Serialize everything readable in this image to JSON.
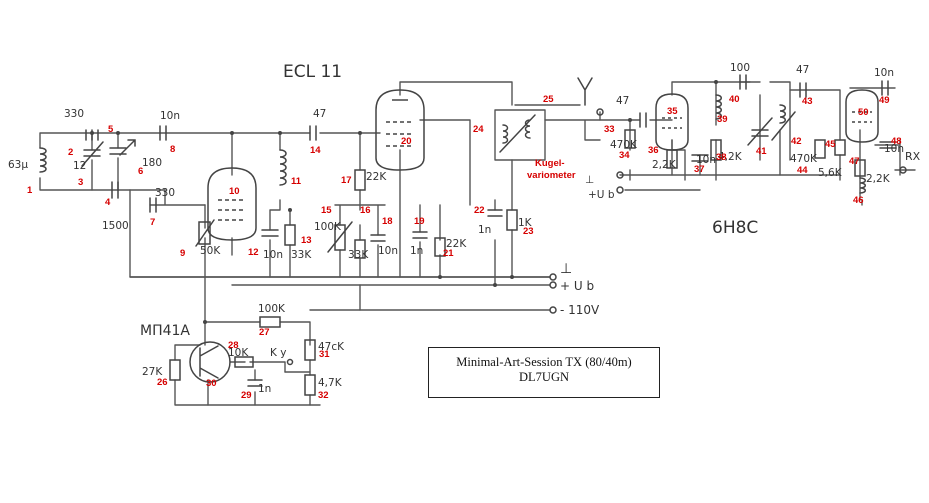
{
  "tube_labels": {
    "tube1": "ECL 11",
    "tube2": "6H8C",
    "transistor": "MΠ41A"
  },
  "rails": {
    "ground": "⊥",
    "ub": "+ U b",
    "minus110": "- 110V"
  },
  "title_box": {
    "line1": "Minimal-Art-Session TX (80/40m)",
    "line2": "DL7UGN"
  },
  "red_notes": {
    "kugel1": "Kugel-",
    "kugel2": "variometer",
    "rx": "RX"
  },
  "values": [
    {
      "text": "330"
    },
    {
      "text": "10n"
    },
    {
      "text": "47"
    },
    {
      "text": "180"
    },
    {
      "text": "12"
    },
    {
      "text": "63μ"
    },
    {
      "text": "1500"
    },
    {
      "text": "330"
    },
    {
      "text": "50K"
    },
    {
      "text": "10n"
    },
    {
      "text": "33K"
    },
    {
      "text": "22K"
    },
    {
      "text": "100K"
    },
    {
      "text": "33K"
    },
    {
      "text": "10n"
    },
    {
      "text": "1n"
    },
    {
      "text": "22K"
    },
    {
      "text": "1n"
    },
    {
      "text": "1K"
    },
    {
      "text": "100K"
    },
    {
      "text": "27K"
    },
    {
      "text": "10K"
    },
    {
      "text": "1n"
    },
    {
      "text": "K y"
    },
    {
      "text": "47cK"
    },
    {
      "text": "4,7K"
    },
    {
      "text": "47"
    },
    {
      "text": "470K"
    },
    {
      "text": "2,2K"
    },
    {
      "text": "10n"
    },
    {
      "text": "100"
    },
    {
      "text": "4,2K"
    },
    {
      "text": "47"
    },
    {
      "text": "470K"
    },
    {
      "text": "5,6K"
    },
    {
      "text": "10n"
    },
    {
      "text": "10n"
    },
    {
      "text": "2,2K"
    },
    {
      "text": "⊥"
    },
    {
      "text": "+U b"
    }
  ],
  "component_numbers": [
    "1",
    "2",
    "3",
    "4",
    "5",
    "6",
    "7",
    "8",
    "9",
    "10",
    "11",
    "12",
    "13",
    "14",
    "15",
    "16",
    "17",
    "18",
    "19",
    "20",
    "21",
    "22",
    "23",
    "24",
    "25",
    "26",
    "27",
    "28",
    "29",
    "30",
    "31",
    "32",
    "33",
    "34",
    "35",
    "36",
    "37",
    "38",
    "39",
    "40",
    "41",
    "42",
    "43",
    "44",
    "45",
    "46",
    "47",
    "48",
    "49",
    "50"
  ]
}
